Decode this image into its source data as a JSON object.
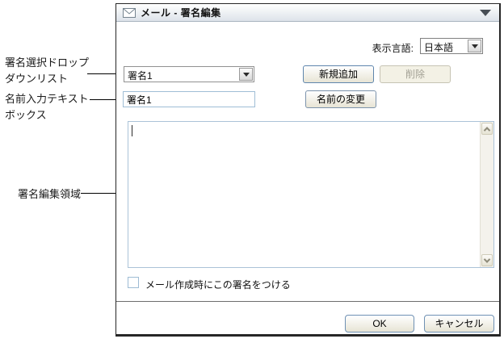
{
  "annotations": {
    "signature_dropdown": {
      "line1": "署名選択ドロップ",
      "line2": "ダウンリスト"
    },
    "name_input": {
      "line1": "名前入力テキスト",
      "line2": "ボックス"
    },
    "edit_area": {
      "label": "署名編集領域"
    }
  },
  "dialog": {
    "title": "メール - 署名編集",
    "language_label": "表示言語:",
    "language_value": "日本語",
    "signature_select_value": "署名1",
    "add_button": "新規追加",
    "delete_button": "削除",
    "name_input_value": "署名1",
    "rename_button": "名前の変更",
    "editor_value": "",
    "checkbox_label": "メール作成時にこの署名をつける",
    "checkbox_checked": false,
    "ok_button": "OK",
    "cancel_button": "キャンセル"
  },
  "icons": {
    "title_icon": "envelope-icon",
    "collapse_icon": "triangle-down-icon",
    "dropdown_icon": "dropdown-arrow-icon",
    "scroll_up_icon": "chevron-up-icon",
    "scroll_down_icon": "chevron-down-icon"
  },
  "colors": {
    "dialog_border": "#262626",
    "titlebar_top": "#ffffff",
    "titlebar_bottom": "#dde3ea",
    "blue_input_border": "#9fbdd6",
    "button_border": "#7c93ac",
    "disabled_text": "#a3a195",
    "scrollbar_face": "#f4f2ec"
  }
}
